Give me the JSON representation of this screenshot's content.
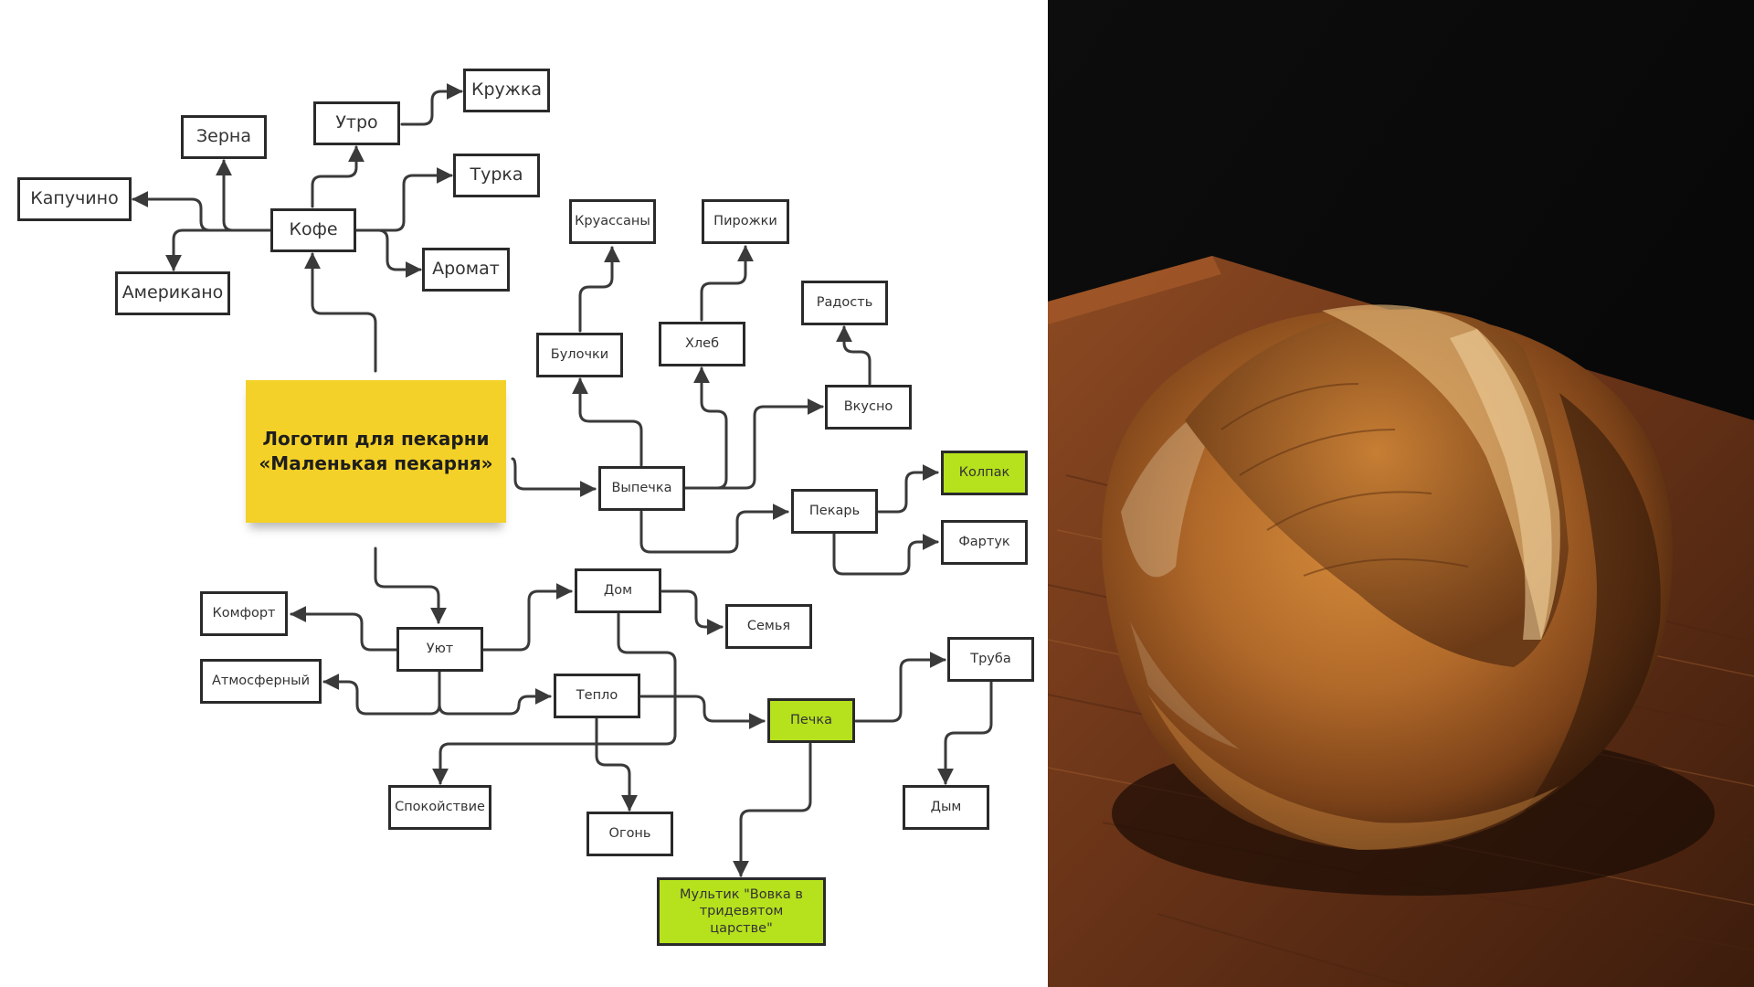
{
  "mindmap": {
    "center": {
      "line1": "Логотип для пекарни",
      "line2": "«Маленькая пекарня»"
    },
    "nodes": {
      "coffee": "Кофе",
      "cappuccino": "Капучино",
      "beans": "Зерна",
      "morning": "Утро",
      "mug": "Кружка",
      "turka": "Турка",
      "aroma": "Аромат",
      "americano": "Американо",
      "croissants": "Круассаны",
      "pies": "Пирожки",
      "joy": "Радость",
      "buns": "Булочки",
      "bread": "Хлеб",
      "tasty": "Вкусно",
      "baking": "Выпечка",
      "cap": "Колпак",
      "baker": "Пекарь",
      "apron": "Фартук",
      "home": "Дом",
      "family": "Семья",
      "comfort": "Комфорт",
      "coziness": "Уют",
      "atmospheric": "Атмосферный",
      "warmth": "Тепло",
      "stove": "Печка",
      "chimney": "Труба",
      "calm": "Спокойствие",
      "fire": "Огонь",
      "smoke": "Дым",
      "cartoon": "Мультик \"Вовка в тридевятом царстве\""
    },
    "colors": {
      "sticky": "#f4d128",
      "highlight": "#b6e11d",
      "border": "#2a2a2a",
      "connector": "#3a3a3a"
    }
  },
  "photo": {
    "subject": "bread-loaf-photo"
  }
}
